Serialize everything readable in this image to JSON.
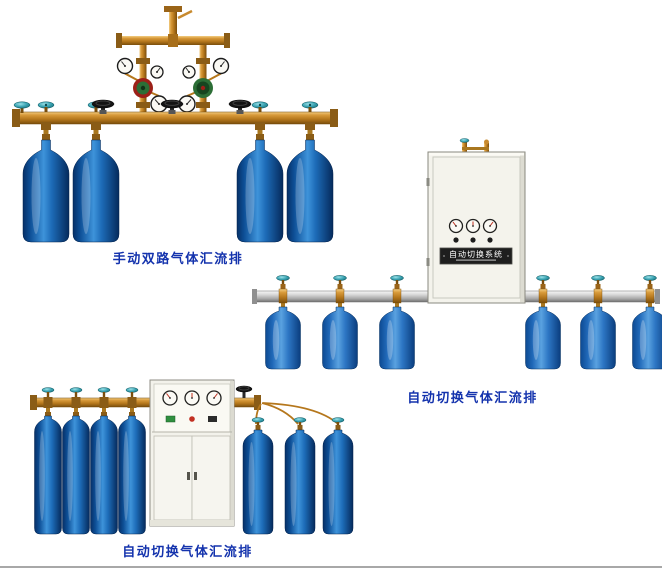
{
  "page": {
    "background": "#ffffff"
  },
  "figures": [
    {
      "caption": "手动双路气体汇流排"
    },
    {
      "caption": "自动切换气体汇流排",
      "cabinet_label": "自动切换系统"
    },
    {
      "caption": "自动切换气体汇流排"
    }
  ],
  "colors": {
    "caption_blue": "#1433ad",
    "cylinder_blue": "#1158a6",
    "brass": "#c88a2e",
    "teal_valve": "#2e9aa8",
    "cabinet_body": "#f4f3ec",
    "manifold_silver": "#c9c9c9"
  }
}
